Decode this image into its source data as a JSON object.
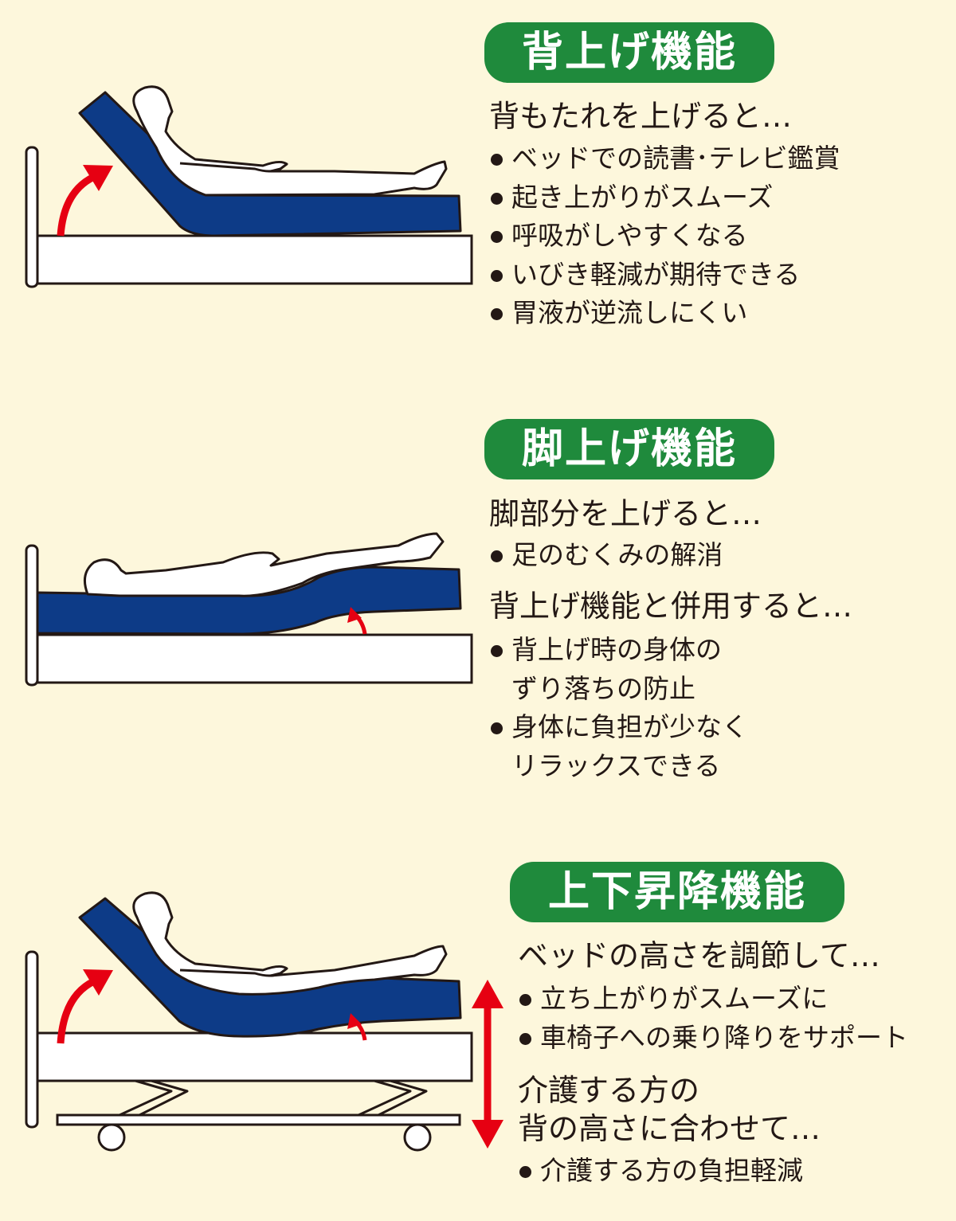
{
  "colors": {
    "background": "#fdf7dc",
    "badge": "#1f8a3c",
    "mattress": "#0d3b87",
    "arrow": "#e60012",
    "frame": "#ffffff",
    "outline": "#231815"
  },
  "back_raise": {
    "title": "背上げ機能",
    "lead": "背もたれを上げると…",
    "items": [
      "ベッドでの読書･テレビ鑑賞",
      "起き上がりがスムーズ",
      "呼吸がしやすくなる",
      "いびき軽減が期待できる",
      "胃液が逆流しにくい"
    ]
  },
  "leg_raise": {
    "title": "脚上げ機能",
    "lead": "脚部分を上げると…",
    "items": [
      "足のむくみの解消"
    ],
    "lead2": "背上げ機能と併用すると…",
    "items2": [
      {
        "line1": "背上げ時の身体の",
        "line2": "ずり落ちの防止"
      },
      {
        "line1": "身体に負担が少なく",
        "line2": "リラックスできる"
      }
    ]
  },
  "height_adjust": {
    "title": "上下昇降機能",
    "lead": "ベッドの高さを調節して…",
    "items": [
      "立ち上がりがスムーズに",
      "車椅子への乗り降りをサポート"
    ],
    "lead2_line1": "介護する方の",
    "lead2_line2": "背の高さに合わせて…",
    "items2": [
      "介護する方の負担軽減"
    ]
  }
}
